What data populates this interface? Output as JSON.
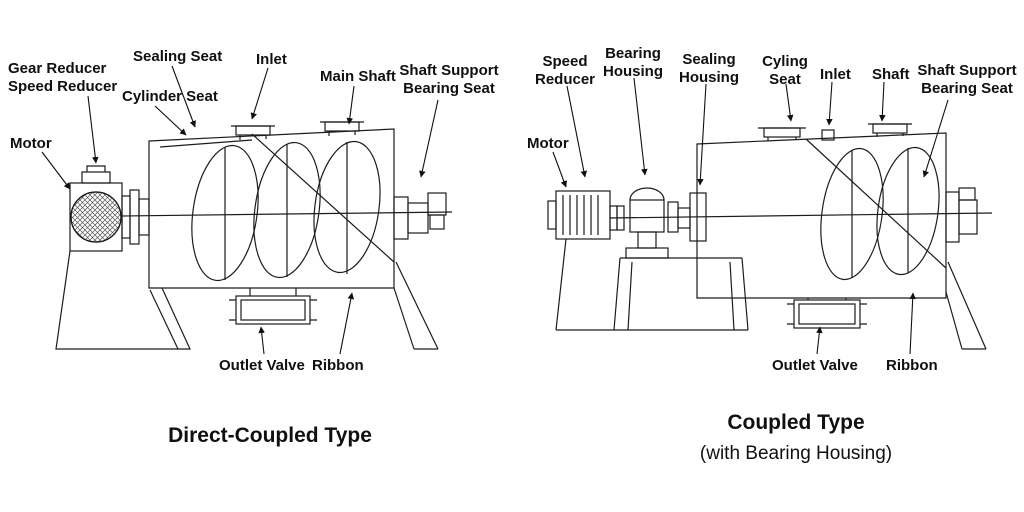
{
  "page": {
    "background_color": "#ffffff",
    "line_color": "#1c1c1c",
    "text_color": "#101010"
  },
  "left": {
    "title": "Direct-Coupled Type",
    "labels": {
      "gear_reducer_line1": "Gear Reducer",
      "gear_reducer_line2": "Speed Reducer",
      "sealing_seat": "Sealing Seat",
      "cylinder_seat": "Cylinder Seat",
      "inlet": "Inlet",
      "main_shaft": "Main Shaft",
      "shaft_support_line1": "Shaft Support",
      "shaft_support_line2": "Bearing Seat",
      "motor": "Motor",
      "outlet_valve": "Outlet Valve",
      "ribbon": "Ribbon"
    }
  },
  "right": {
    "title_line1": "Coupled Type",
    "title_line2": "(with Bearing Housing)",
    "labels": {
      "speed_reducer_line1": "Speed",
      "speed_reducer_line2": "Reducer",
      "bearing_housing_line1": "Bearing",
      "bearing_housing_line2": "Housing",
      "sealing_housing_line1": "Sealing",
      "sealing_housing_line2": "Housing",
      "cyling_seat_line1": "Cyling",
      "cyling_seat_line2": "Seat",
      "inlet": "Inlet",
      "shaft": "Shaft",
      "shaft_support_line1": "Shaft Support",
      "shaft_support_line2": "Bearing Seat",
      "motor": "Motor",
      "outlet_valve": "Outlet Valve",
      "ribbon": "Ribbon"
    }
  }
}
